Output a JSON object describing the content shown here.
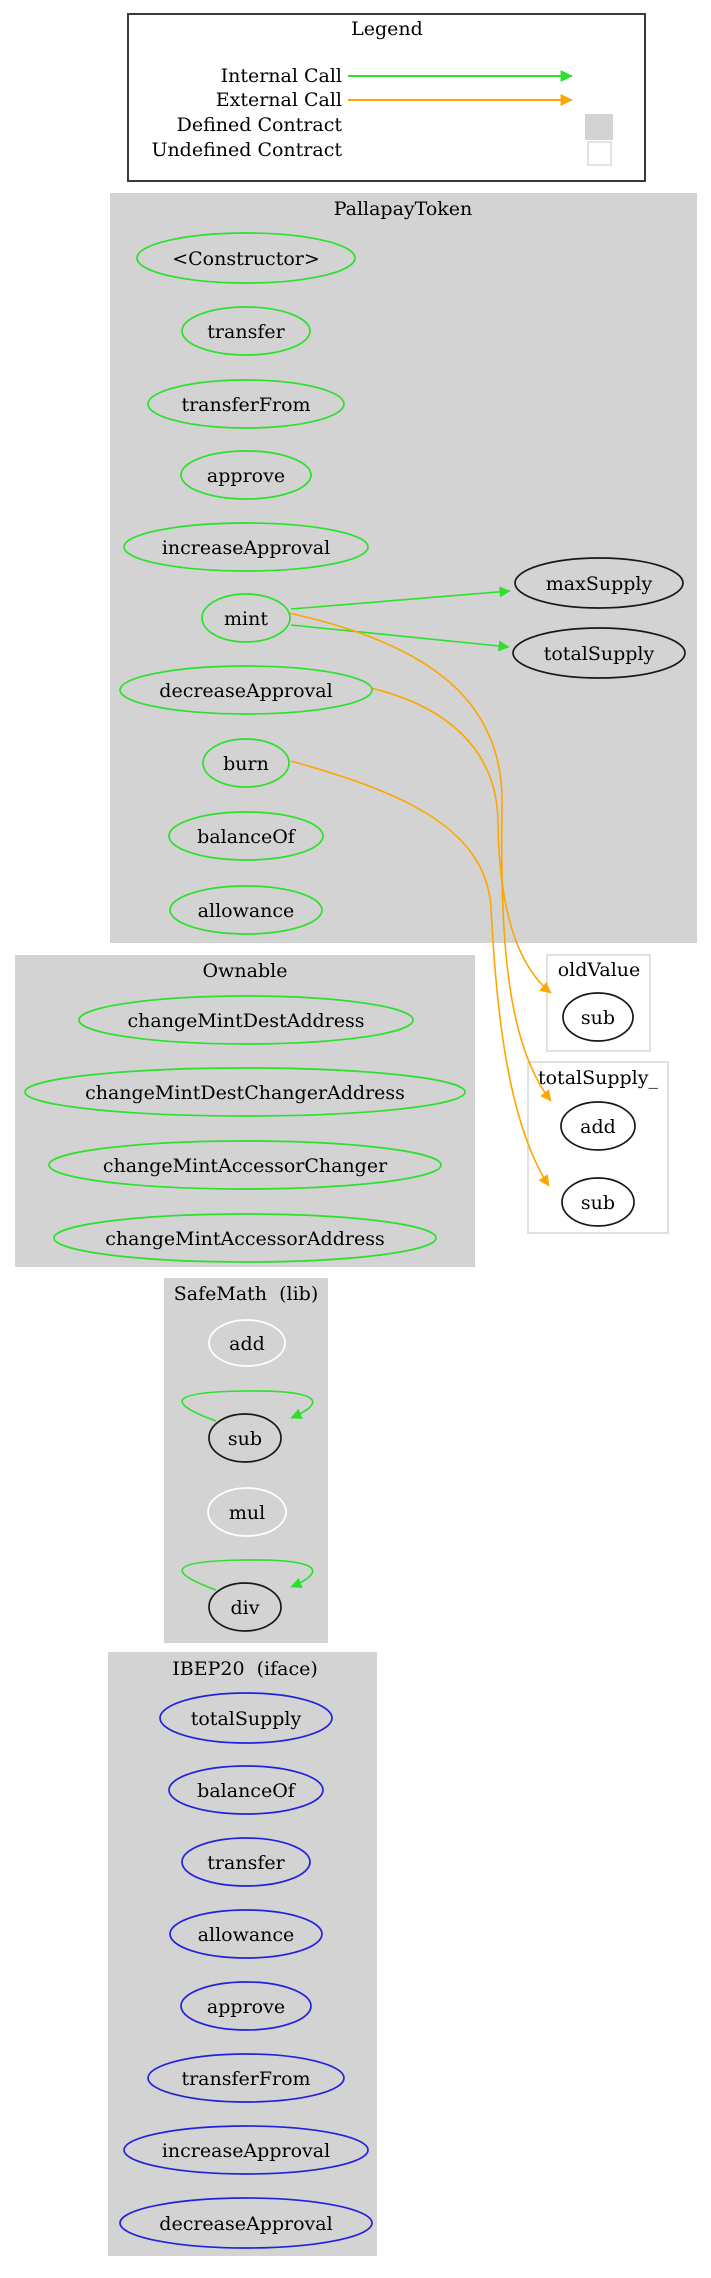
{
  "legend": {
    "title": "Legend",
    "internal_call": "Internal Call",
    "external_call": "External Call",
    "defined_contract": "Defined Contract",
    "undefined_contract": "Undefined Contract"
  },
  "colors": {
    "internal_call_edge": "#2ce02c",
    "external_call_edge": "#ffa500",
    "defined_contract_fill": "#d3d3d3",
    "undefined_contract_fill": "#ffffff",
    "function_node_outline": "#2ce02c",
    "interface_node_outline": "#2222dd",
    "defined_node_outline": "#181818",
    "undefined_node_outline": "#ffffff"
  },
  "clusters": {
    "pallapay_token": {
      "title": "PallapayToken",
      "nodes": {
        "constructor": "<Constructor>",
        "transfer": "transfer",
        "transfer_from": "transferFrom",
        "approve": "approve",
        "increase_approval": "increaseApproval",
        "mint": "mint",
        "decrease_approval": "decreaseApproval",
        "burn": "burn",
        "balance_of": "balanceOf",
        "allowance": "allowance",
        "max_supply": "maxSupply",
        "total_supply": "totalSupply"
      }
    },
    "ownable": {
      "title": "Ownable",
      "nodes": {
        "change_mint_dest_address": "changeMintDestAddress",
        "change_mint_dest_changer_address": "changeMintDestChangerAddress",
        "change_mint_accessor_changer": "changeMintAccessorChanger",
        "change_mint_accessor_address": "changeMintAccessorAddress"
      }
    },
    "old_value": {
      "title": "oldValue",
      "nodes": {
        "sub": "sub"
      }
    },
    "total_supply_var": {
      "title": "totalSupply_",
      "nodes": {
        "add": "add",
        "sub": "sub"
      }
    },
    "safe_math": {
      "title": "SafeMath  (lib)",
      "nodes": {
        "add": "add",
        "sub": "sub",
        "mul": "mul",
        "div": "div"
      }
    },
    "ibep20": {
      "title": "IBEP20  (iface)",
      "nodes": {
        "total_supply": "totalSupply",
        "balance_of": "balanceOf",
        "transfer": "transfer",
        "allowance": "allowance",
        "approve": "approve",
        "transfer_from": "transferFrom",
        "increase_approval": "increaseApproval",
        "decrease_approval": "decreaseApproval"
      }
    }
  },
  "edges": [
    {
      "from": "PallapayToken.mint",
      "to": "PallapayToken.maxSupply",
      "type": "internal"
    },
    {
      "from": "PallapayToken.mint",
      "to": "PallapayToken.totalSupply",
      "type": "internal"
    },
    {
      "from": "PallapayToken.mint",
      "to": "totalSupply_.add",
      "type": "external"
    },
    {
      "from": "PallapayToken.decreaseApproval",
      "to": "oldValue.sub",
      "type": "external"
    },
    {
      "from": "PallapayToken.burn",
      "to": "totalSupply_.sub",
      "type": "external"
    },
    {
      "from": "SafeMath.sub",
      "to": "SafeMath.sub",
      "type": "internal"
    },
    {
      "from": "SafeMath.div",
      "to": "SafeMath.div",
      "type": "internal"
    }
  ]
}
